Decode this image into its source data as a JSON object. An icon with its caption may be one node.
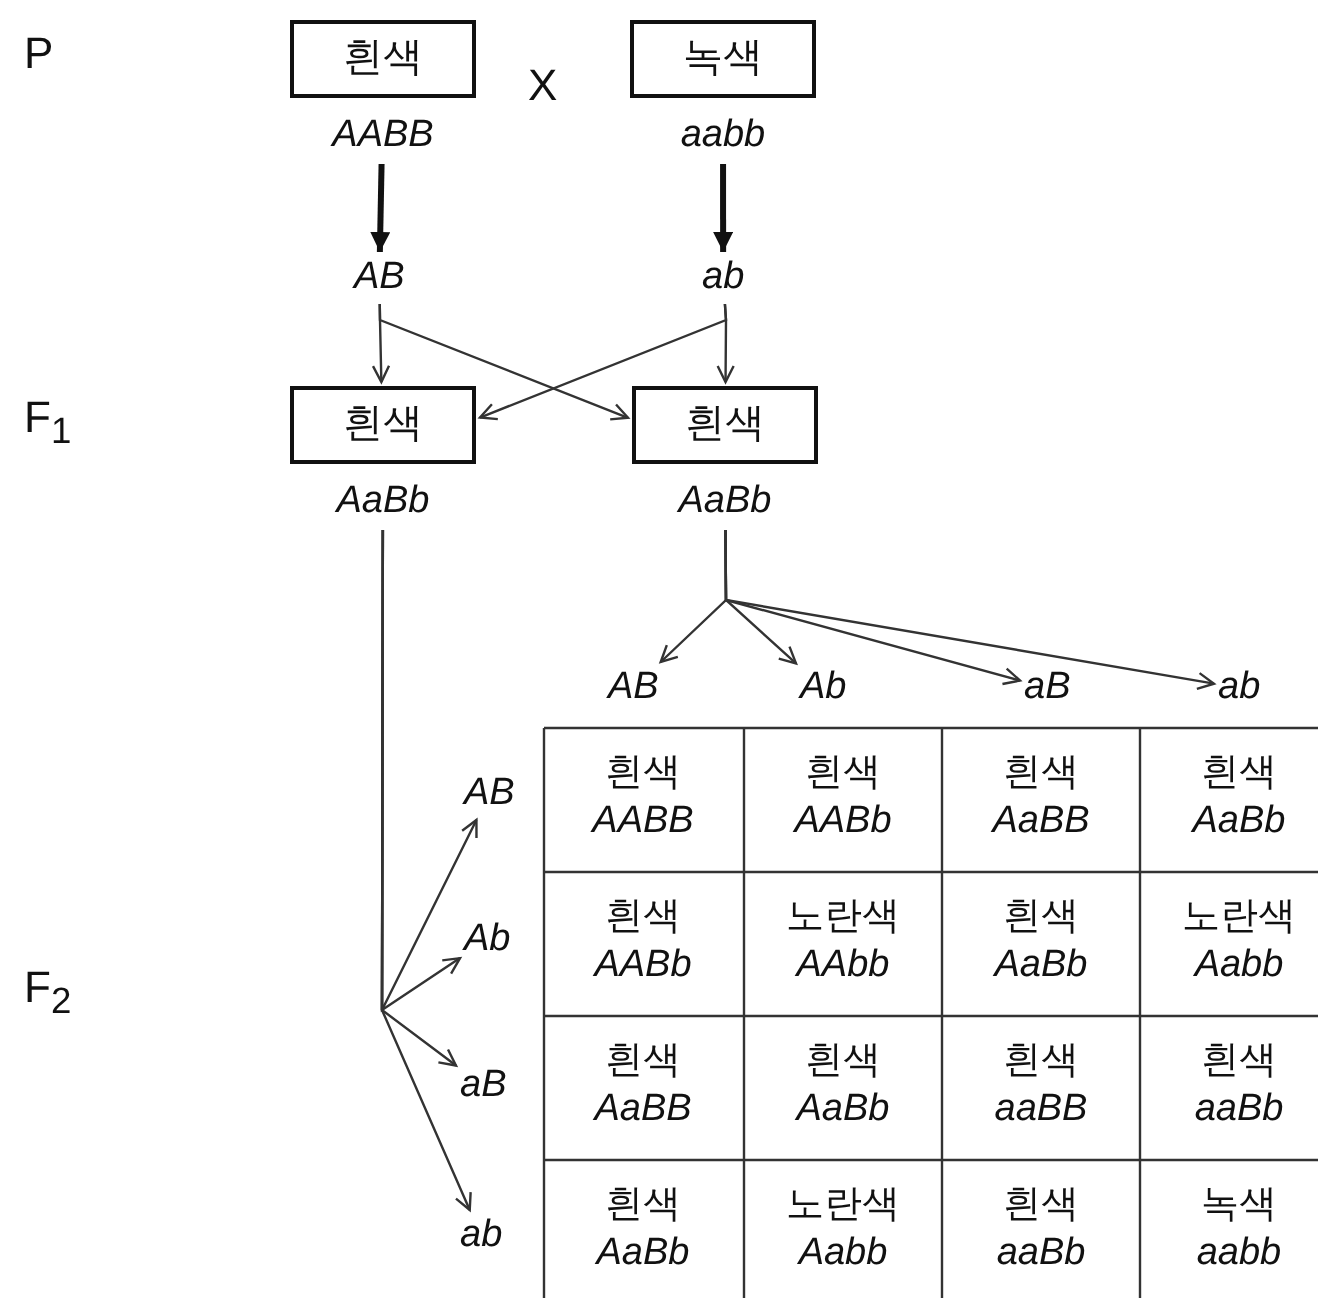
{
  "diagram": {
    "nodes": [
      {
        "text": [
          "흰색"
        ],
        "beside": [
          "AABB"
        ]
      },
      {
        "text": [
          "녹색"
        ],
        "beside": [
          "aabb"
        ]
      },
      {
        "text": [
          "AB"
        ]
      },
      {
        "text": [
          "ab"
        ]
      },
      {
        "text": [
          "흰색"
        ],
        "beside": [
          "AaBb"
        ]
      },
      {
        "text": [
          "흰색"
        ],
        "beside": [
          "AaBb"
        ]
      },
      {
        "text": [
          "AB"
        ]
      },
      {
        "text": [
          "Ab"
        ]
      },
      {
        "text": [
          "aB"
        ]
      },
      {
        "text": [
          "ab"
        ]
      },
      {
        "text": [
          "AB"
        ]
      },
      {
        "text": [
          "Ab"
        ]
      },
      {
        "text": [
          "aB"
        ]
      },
      {
        "text": [
          "ab"
        ]
      }
    ],
    "edges": [
      {
        "from": 0,
        "to": 2,
        "arrow": "to",
        "style": "thick"
      },
      {
        "from": 1,
        "to": 3,
        "arrow": "to",
        "style": "thick"
      },
      {
        "from": 2,
        "to": 4,
        "arrow": "to"
      },
      {
        "from": 2,
        "to": 5,
        "arrow": "to"
      },
      {
        "from": 3,
        "to": 4,
        "arrow": "to"
      },
      {
        "from": 3,
        "to": 5,
        "arrow": "to"
      },
      {
        "from": 5,
        "to": 6,
        "arrow": "to"
      },
      {
        "from": 5,
        "to": 7,
        "arrow": "to"
      },
      {
        "from": 5,
        "to": 8,
        "arrow": "to"
      },
      {
        "from": 5,
        "to": 9,
        "arrow": "to"
      },
      {
        "from": 4,
        "to": 10,
        "arrow": "to"
      },
      {
        "from": 4,
        "to": 11,
        "arrow": "to"
      },
      {
        "from": 4,
        "to": 12,
        "arrow": "to"
      },
      {
        "from": 4,
        "to": 13,
        "arrow": "to"
      }
    ],
    "labels": [
      "P",
      "X",
      "F$_{1}$",
      "F$_{2}$",
      "흰색",
      "AABB",
      "흰색",
      "AABb",
      "흰색",
      "AaBB",
      "흰색",
      "AaBb",
      "흰색",
      "AABb",
      "노란색",
      "AAbb",
      "흰색",
      "AaBb",
      "노란색",
      "Aabb",
      "흰색",
      "AaBB",
      "흰색",
      "AaBb",
      "흰색",
      "aaBB",
      "흰색",
      "aaBb",
      "흰색",
      "AaBb",
      "노란색",
      "Aabb",
      "흰색",
      "aaBb",
      "녹색",
      "aabb"
    ]
  }
}
